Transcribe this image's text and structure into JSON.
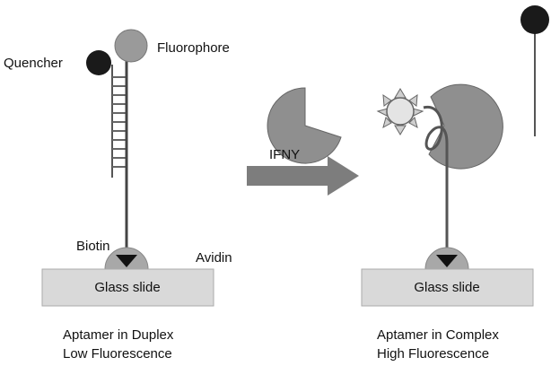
{
  "diagram": {
    "left_panel": {
      "quencher_label": "Quencher",
      "fluorophore_label": "Fluorophore",
      "biotin_label": "Biotin",
      "avidin_label": "Avidin",
      "slide_label": "Glass slide",
      "caption_line1": "Aptamer in Duplex",
      "caption_line2": "Low Fluorescence"
    },
    "transition": {
      "arrow_label": "IFNY"
    },
    "right_panel": {
      "slide_label": "Glass slide",
      "caption_line1": "Aptamer in Complex",
      "caption_line2": "High Fluorescence"
    }
  },
  "colors": {
    "quencher": "#1a1a1a",
    "fluorophore_dim": "#9a9a9a",
    "fluorophore_bright": "#e4e4e4",
    "protein": "#8f8f8f",
    "arrow": "#7d7d7d",
    "slide": "#d9d9d9",
    "avidin": "#a8a8a8",
    "biotin": "#111111"
  }
}
